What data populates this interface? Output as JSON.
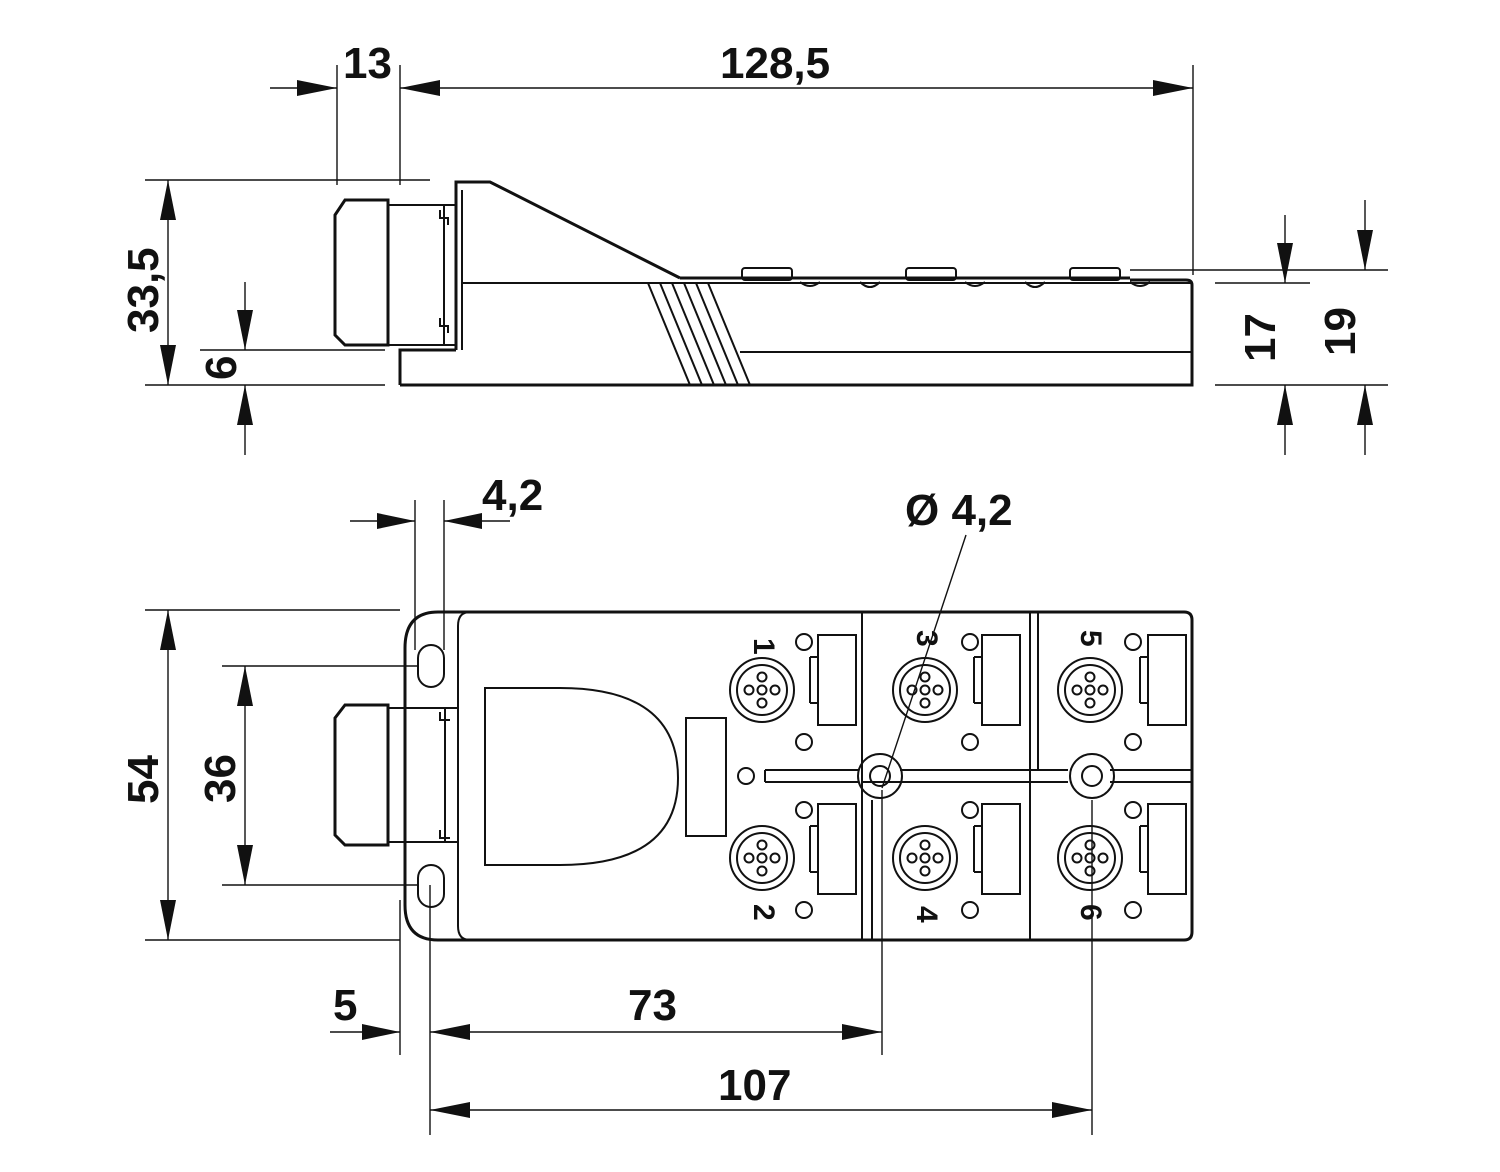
{
  "diagram": {
    "side_view": {
      "dimensions": {
        "connector_length": "13",
        "total_length": "128,5",
        "total_height": "33,5",
        "base_height": "6",
        "housing_height_a": "17",
        "housing_height_b": "19"
      }
    },
    "top_view": {
      "dimensions": {
        "slot_width": "4,2",
        "hole_diameter": "Ø 4,2",
        "total_width": "54",
        "mount_spacing": "36",
        "offset": "5",
        "hole_distance_1": "73",
        "hole_distance_2": "107"
      },
      "ports": [
        "1",
        "2",
        "3",
        "4",
        "5",
        "6"
      ]
    }
  }
}
